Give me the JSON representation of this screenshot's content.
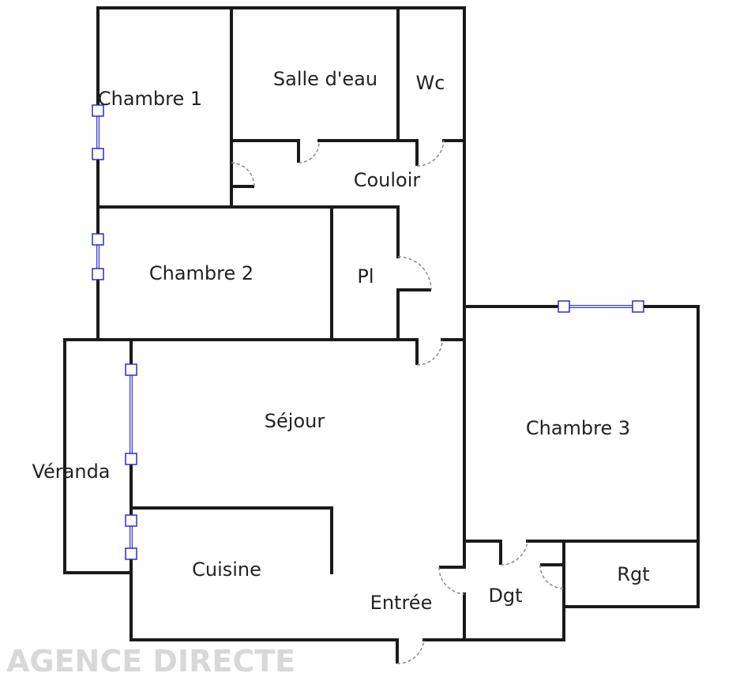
{
  "rooms": {
    "chambre1": "Chambre 1",
    "salle_deau": "Salle d'eau",
    "wc": "Wc",
    "couloir": "Couloir",
    "chambre2": "Chambre 2",
    "pl": "Pl",
    "sejour": "Séjour",
    "veranda": "Véranda",
    "chambre3": "Chambre 3",
    "cuisine": "Cuisine",
    "entree": "Entrée",
    "dgt": "Dgt",
    "rgt": "Rgt"
  },
  "watermark": "AGENCE DIRECTE",
  "colors": {
    "wall": "#1a1a1a",
    "window": "#3a3ad0"
  }
}
